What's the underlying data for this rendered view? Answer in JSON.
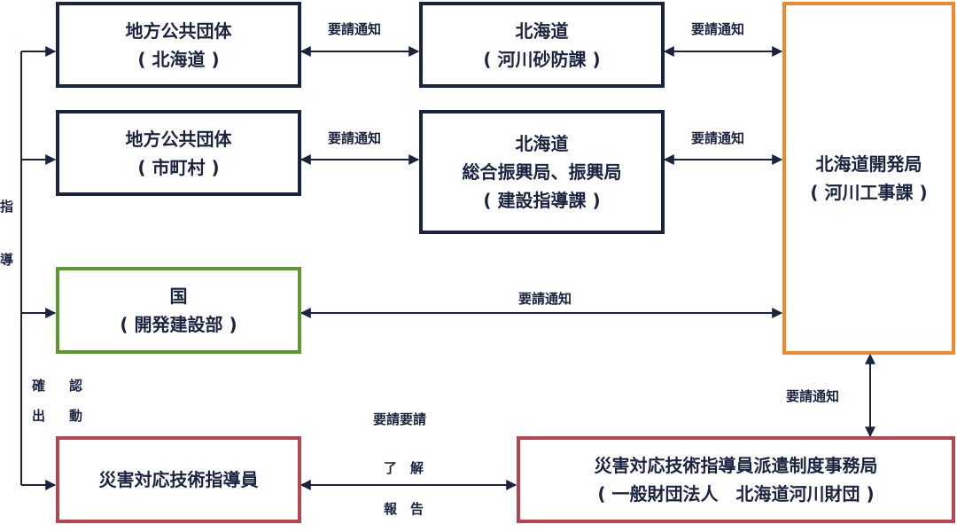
{
  "colors": {
    "navy": "#1a2440",
    "green": "#5b9a2a",
    "orange": "#f2882b",
    "red": "#b5454f"
  },
  "boxes": {
    "local_hokkaido": {
      "line1": "地方公共団体",
      "line2": "( 北海道 )"
    },
    "hokkaido_river_sabo": {
      "line1": "北海道",
      "line2": "( 河川砂防課 )"
    },
    "local_municipality": {
      "line1": "地方公共団体",
      "line2": "( 市町村 )"
    },
    "hokkaido_bureau": {
      "line1": "北海道",
      "line2": "総合振興局、振興局",
      "line3": "( 建設指導課 )"
    },
    "national": {
      "line1": "国",
      "line2": "( 開発建設部 )"
    },
    "development_bureau": {
      "line1": "北海道開発局",
      "line2": "( 河川工事課 )"
    },
    "disaster_advisor": {
      "line1": "災害対応技術指導員"
    },
    "dispatch_office": {
      "line1": "災害対応技術指導員派遣制度事務局",
      "line2": "( 一般財団法人　北海道河川財団 )"
    }
  },
  "labels": {
    "request_1": "要請通知",
    "request_2": "要請通知",
    "request_3": "要請通知",
    "request_4": "要請通知",
    "request_5": "要請通知",
    "request_6": "要請通知",
    "request_request": "要請要請",
    "acknowledge": "了　解",
    "report": "報　告",
    "guidance_1": "指",
    "guidance_2": "導",
    "confirm_1": "確",
    "confirm_2": "認",
    "dispatch_1": "出",
    "dispatch_2": "動"
  }
}
